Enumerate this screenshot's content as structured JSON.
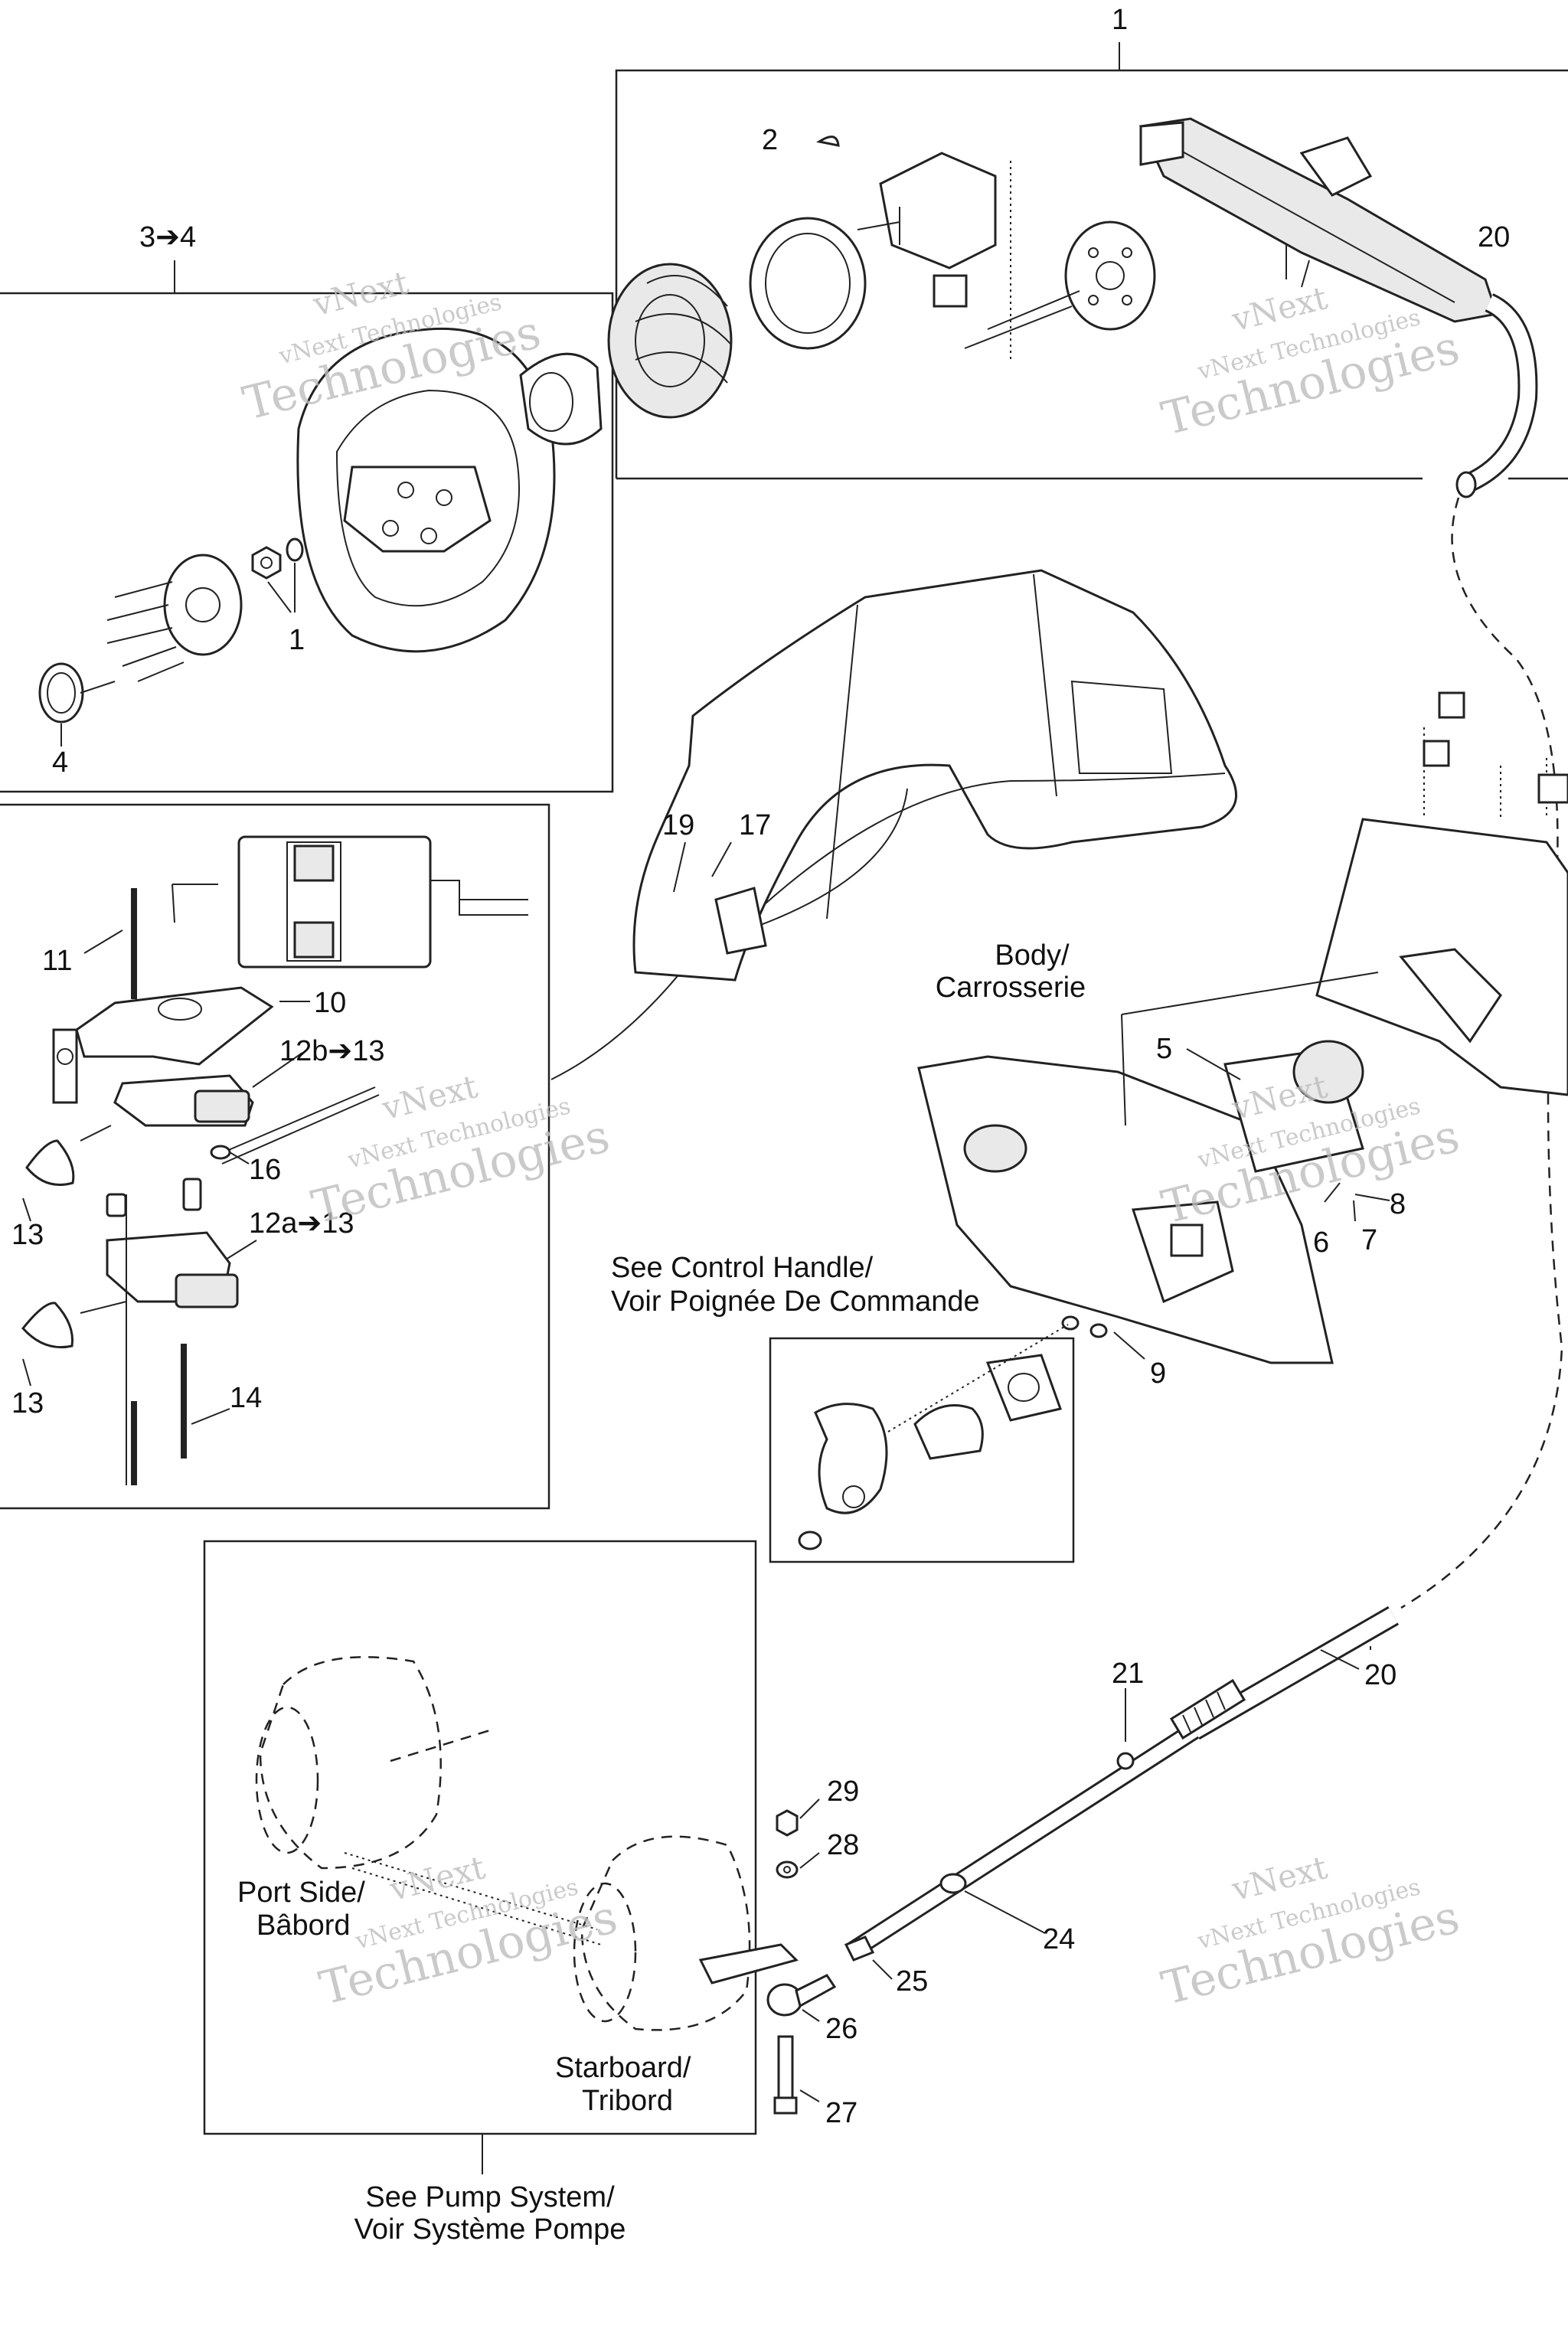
{
  "callouts": {
    "c1_top": "1",
    "c2": "2",
    "c3to4": "3➔4",
    "c20_top": "20",
    "c1_wheel": "1",
    "c4": "4",
    "c19": "19",
    "c17": "17",
    "c11": "11",
    "c10": "10",
    "c12b": "12b➔13",
    "c16": "16",
    "c13_a": "13",
    "c12a": "12a➔13",
    "c13_b": "13",
    "c14": "14",
    "c5": "5",
    "c8": "8",
    "c7": "7",
    "c6": "6",
    "c9": "9",
    "c21": "21",
    "c20_bottom": "20",
    "c29": "29",
    "c28": "28",
    "c24": "24",
    "c25": "25",
    "c26": "26",
    "c27": "27"
  },
  "notes": {
    "body_l1": "Body/",
    "body_l2": "Carrosserie",
    "control_l1": "See Control Handle/",
    "control_l2": "Voir Poignée De Commande",
    "port_l1": "Port Side/",
    "port_l2": "Bâbord",
    "star_l1": "Starboard/",
    "star_l2": "Tribord",
    "pump_l1": "See Pump System/",
    "pump_l2": "Voir Système Pompe"
  },
  "watermark": {
    "line1": "vNext",
    "line2": "vNext Technologies",
    "line3": "Technologies"
  }
}
